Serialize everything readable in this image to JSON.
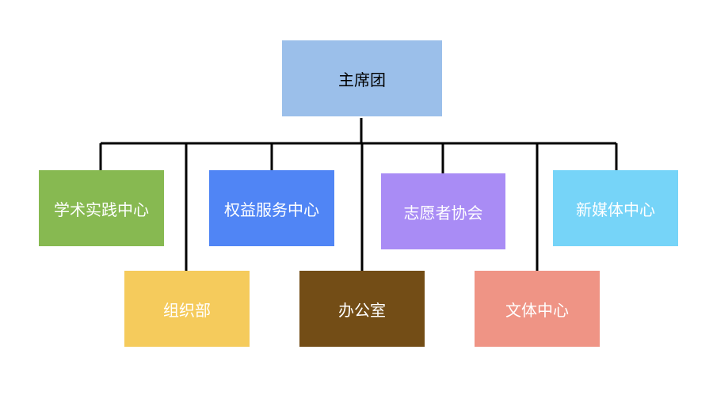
{
  "org_chart": {
    "root": {
      "label": "主席团",
      "color": "#9bbfea"
    },
    "departments": {
      "academic": {
        "label": "学术实践中心",
        "color": "#87b951"
      },
      "rights": {
        "label": "权益服务中心",
        "color": "#5085f5"
      },
      "volunteer": {
        "label": "志愿者协会",
        "color": "#a98cf5"
      },
      "media": {
        "label": "新媒体中心",
        "color": "#76d4f8"
      },
      "org": {
        "label": "组织部",
        "color": "#f5cb5c"
      },
      "office": {
        "label": "办公室",
        "color": "#734d16"
      },
      "culture": {
        "label": "文体中心",
        "color": "#ef9485"
      }
    },
    "connector_color": "#000000"
  }
}
